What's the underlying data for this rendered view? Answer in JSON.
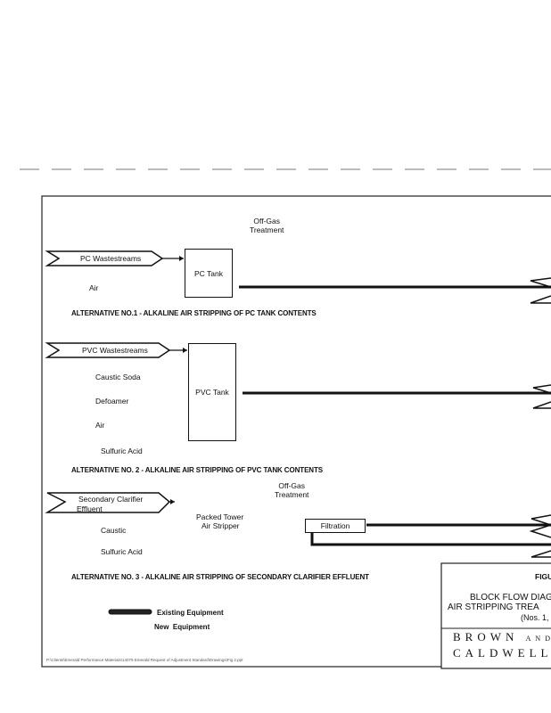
{
  "alt1": {
    "offgas": "Off-Gas\nTreatment",
    "input": "PC Wastestreams",
    "tank": "PC Tank",
    "air": "Air",
    "title": "ALTERNATIVE NO.1 - ALKALINE AIR STRIPPING OF PC TANK CONTENTS"
  },
  "alt2": {
    "input": "PVC Wastestreams",
    "tank": "PVC Tank",
    "chem": [
      "Caustic Soda",
      "Defoamer",
      "Air",
      "Sulfuric Acid"
    ],
    "title": "ALTERNATIVE NO. 2 - ALKALINE AIR STRIPPING OF PVC TANK CONTENTS"
  },
  "alt3": {
    "offgas": "Off-Gas\nTreatment",
    "input1": "Secondary Clarifier",
    "input2": "Effluent",
    "stripper1": "Packed Tower",
    "stripper2": "Air Stripper",
    "filtration": "Filtration",
    "caustic": "Caustic",
    "acid": "Sulfuric Acid",
    "title": "ALTERNATIVE NO. 3 - ALKALINE AIR STRIPPING OF SECONDARY CLARIFIER EFFLUENT"
  },
  "legend": {
    "existing": "Existing Equipment",
    "new": "New  Equipment"
  },
  "titleblock": {
    "fig": "FIGU",
    "line1": "BLOCK FLOW DIAG",
    "line2": "AIR STRIPPING TREA",
    "line3": "(Nos. 1,",
    "brand1": "BROWN",
    "brand_and": "AND",
    "brand2": "CALDWELL"
  },
  "filepath": "P:\\Clients\\Emerald Performance Materials\\14079 Emerald Request of Adjustment Standard\\Drawings\\Fig 2.ppt"
}
